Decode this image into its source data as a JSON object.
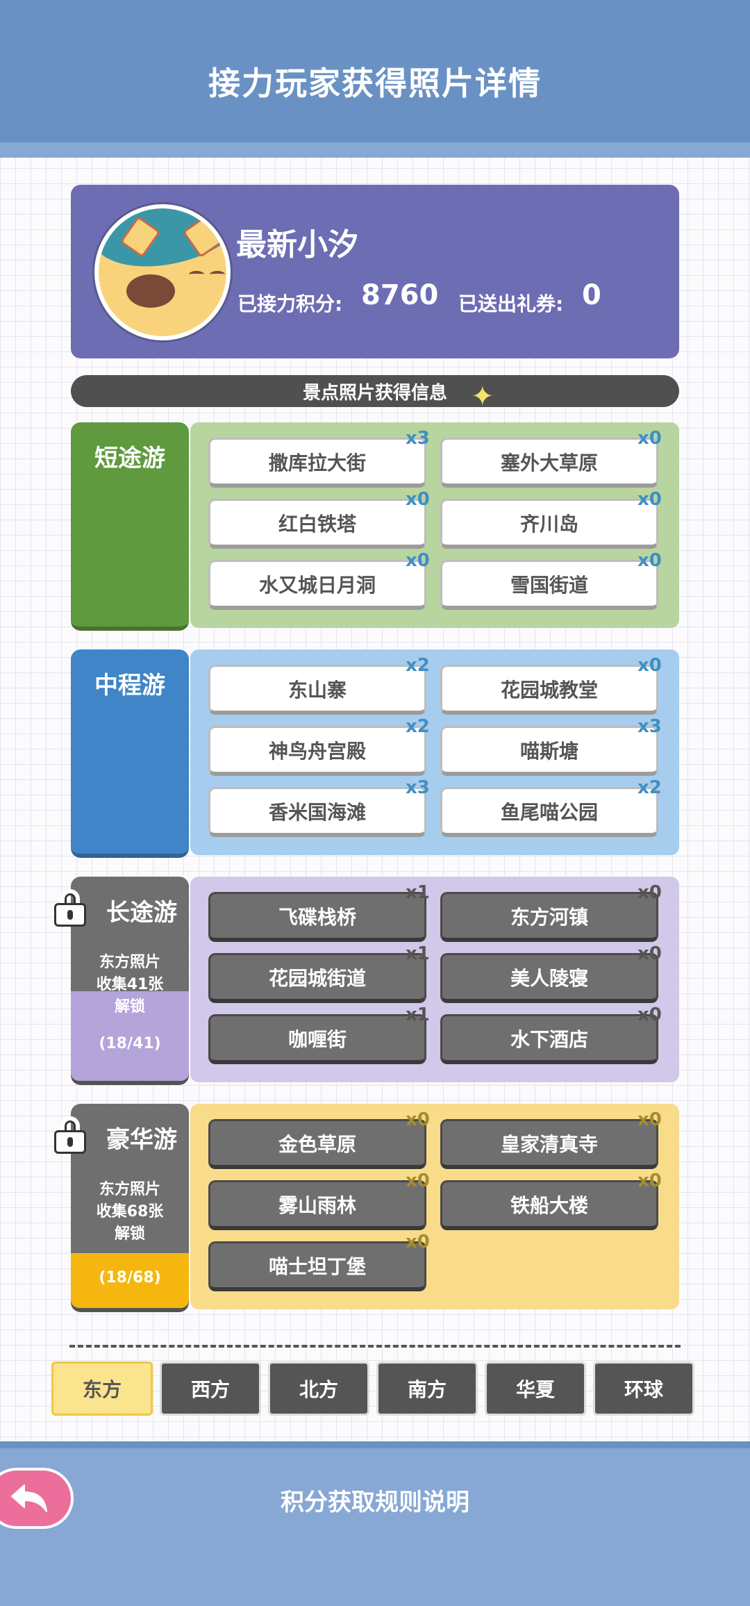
{
  "header": {
    "title": "接力玩家获得照片详情"
  },
  "profile": {
    "name": "最新小汐",
    "relay_points_label": "已接力积分:",
    "relay_points_value": "8760",
    "coupons_label": "已送出礼券:",
    "coupons_value": "0"
  },
  "section_title": "景点照片获得信息",
  "tiers": [
    {
      "name": "短途游",
      "locked": false,
      "color": "#5f9a3e",
      "panel_color": "#b8d59f",
      "spots": [
        {
          "label": "撒库拉大街",
          "count": "x3"
        },
        {
          "label": "塞外大草原",
          "count": "x0"
        },
        {
          "label": "红白铁塔",
          "count": "x0"
        },
        {
          "label": "齐川岛",
          "count": "x0"
        },
        {
          "label": "水又城日月洞",
          "count": "x0"
        },
        {
          "label": "雪国街道",
          "count": "x0"
        }
      ]
    },
    {
      "name": "中程游",
      "locked": false,
      "color": "#3f85c7",
      "panel_color": "#a6cdee",
      "spots": [
        {
          "label": "东山寨",
          "count": "x2"
        },
        {
          "label": "花园城教堂",
          "count": "x0"
        },
        {
          "label": "神鸟舟宫殿",
          "count": "x2"
        },
        {
          "label": "喵斯塘",
          "count": "x3"
        },
        {
          "label": "香米国海滩",
          "count": "x3"
        },
        {
          "label": "鱼尾喵公园",
          "count": "x2"
        }
      ]
    },
    {
      "name": "长途游",
      "locked": true,
      "color": "#6f6f6f",
      "panel_color": "#d2c8e9",
      "band_color": "#b4a4da",
      "desc": [
        "东方照片",
        "收集41张",
        "解锁"
      ],
      "progress": "(18/41)",
      "spots": [
        {
          "label": "飞碟栈桥",
          "count": "x1"
        },
        {
          "label": "东方河镇",
          "count": "x0"
        },
        {
          "label": "花园城街道",
          "count": "x1"
        },
        {
          "label": "美人陵寝",
          "count": "x0"
        },
        {
          "label": "咖喱街",
          "count": "x1"
        },
        {
          "label": "水下酒店",
          "count": "x0"
        }
      ]
    },
    {
      "name": "豪华游",
      "locked": true,
      "color": "#6f6f6f",
      "panel_color": "#f9dc8a",
      "band_color": "#f5b70f",
      "desc": [
        "东方照片",
        "收集68张",
        "解锁"
      ],
      "progress": "(18/68)",
      "spots": [
        {
          "label": "金色草原",
          "count": "x0"
        },
        {
          "label": "皇家清真寺",
          "count": "x0"
        },
        {
          "label": "雾山雨林",
          "count": "x0"
        },
        {
          "label": "铁船大楼",
          "count": "x0"
        },
        {
          "label": "喵士坦丁堡",
          "count": "x0"
        }
      ]
    }
  ],
  "regions": [
    {
      "label": "东方",
      "active": true
    },
    {
      "label": "西方",
      "active": false
    },
    {
      "label": "北方",
      "active": false
    },
    {
      "label": "南方",
      "active": false
    },
    {
      "label": "华夏",
      "active": false
    },
    {
      "label": "环球",
      "active": false
    }
  ],
  "footer": {
    "rules_link": "积分获取规则说明"
  }
}
